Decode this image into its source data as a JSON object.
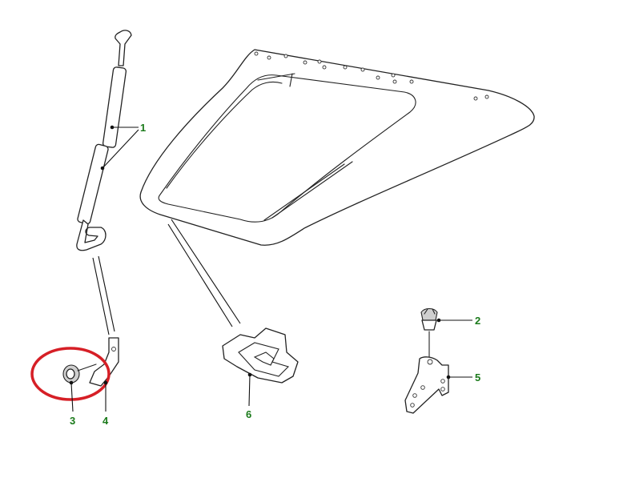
{
  "diagram": {
    "callouts": [
      {
        "id": "1",
        "label": "1"
      },
      {
        "id": "2",
        "label": "2"
      },
      {
        "id": "3",
        "label": "3"
      },
      {
        "id": "4",
        "label": "4"
      },
      {
        "id": "5",
        "label": "5"
      },
      {
        "id": "6",
        "label": "6"
      }
    ],
    "colors": {
      "callout_text": "#1a7a1a",
      "highlight_circle": "#d61f26",
      "line_art": "#222222"
    },
    "highlighted_part": "3"
  }
}
